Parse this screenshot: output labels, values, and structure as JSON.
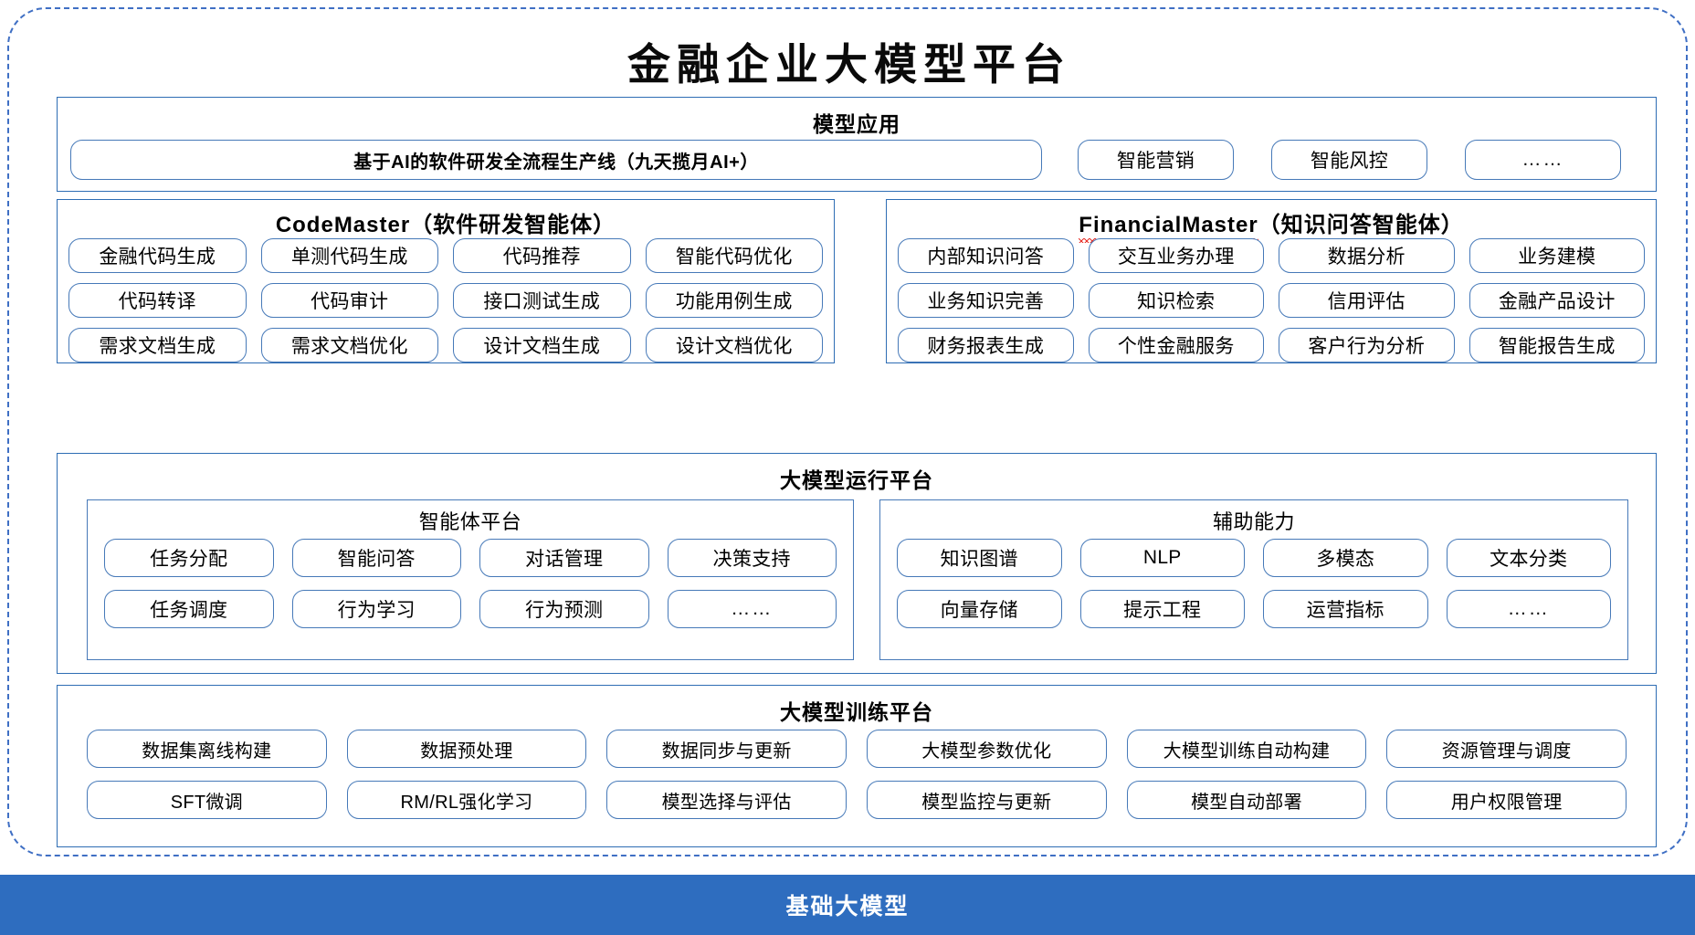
{
  "diagram": {
    "title": "金融企业大模型平台",
    "accent_color": "#2E6DBF",
    "border_color": "#2E6DB4",
    "pill_border_color": "#4679B8",
    "spellcheck_color": "#E8322A"
  },
  "model_application": {
    "title": "模型应用",
    "primary_item": "基于AI的软件研发全流程生产线（九天揽月AI+）",
    "items": [
      "智能营销",
      "智能风控",
      "……"
    ]
  },
  "code_master": {
    "name": "CodeMaster",
    "suffix": "（软件研发智能体）",
    "items": [
      "金融代码生成",
      "单测代码生成",
      "代码推荐",
      "智能代码优化",
      "代码转译",
      "代码审计",
      "接口测试生成",
      "功能用例生成",
      "需求文档生成",
      "需求文档优化",
      "设计文档生成",
      "设计文档优化"
    ]
  },
  "financial_master": {
    "name": "FinancialMaster",
    "suffix": "（知识问答智能体）",
    "items": [
      "内部知识问答",
      "交互业务办理",
      "数据分析",
      "业务建模",
      "业务知识完善",
      "知识检索",
      "信用评估",
      "金融产品设计",
      "财务报表生成",
      "个性金融服务",
      "客户行为分析",
      "智能报告生成"
    ]
  },
  "runtime_platform": {
    "title": "大模型运行平台",
    "agent_platform": {
      "title": "智能体平台",
      "items": [
        "任务分配",
        "智能问答",
        "对话管理",
        "决策支持",
        "任务调度",
        "行为学习",
        "行为预测",
        "……"
      ]
    },
    "auxiliary_capability": {
      "title": "辅助能力",
      "items": [
        "知识图谱",
        "NLP",
        "多模态",
        "文本分类",
        "向量存储",
        "提示工程",
        "运营指标",
        "……"
      ]
    }
  },
  "training_platform": {
    "title": "大模型训练平台",
    "items": [
      "数据集离线构建",
      "数据预处理",
      "数据同步与更新",
      "大模型参数优化",
      "大模型训练自动构建",
      "资源管理与调度",
      "SFT微调",
      "RM/RL强化学习",
      "模型选择与评估",
      "模型监控与更新",
      "模型自动部署",
      "用户权限管理"
    ]
  },
  "foundation": {
    "label": "基础大模型"
  }
}
